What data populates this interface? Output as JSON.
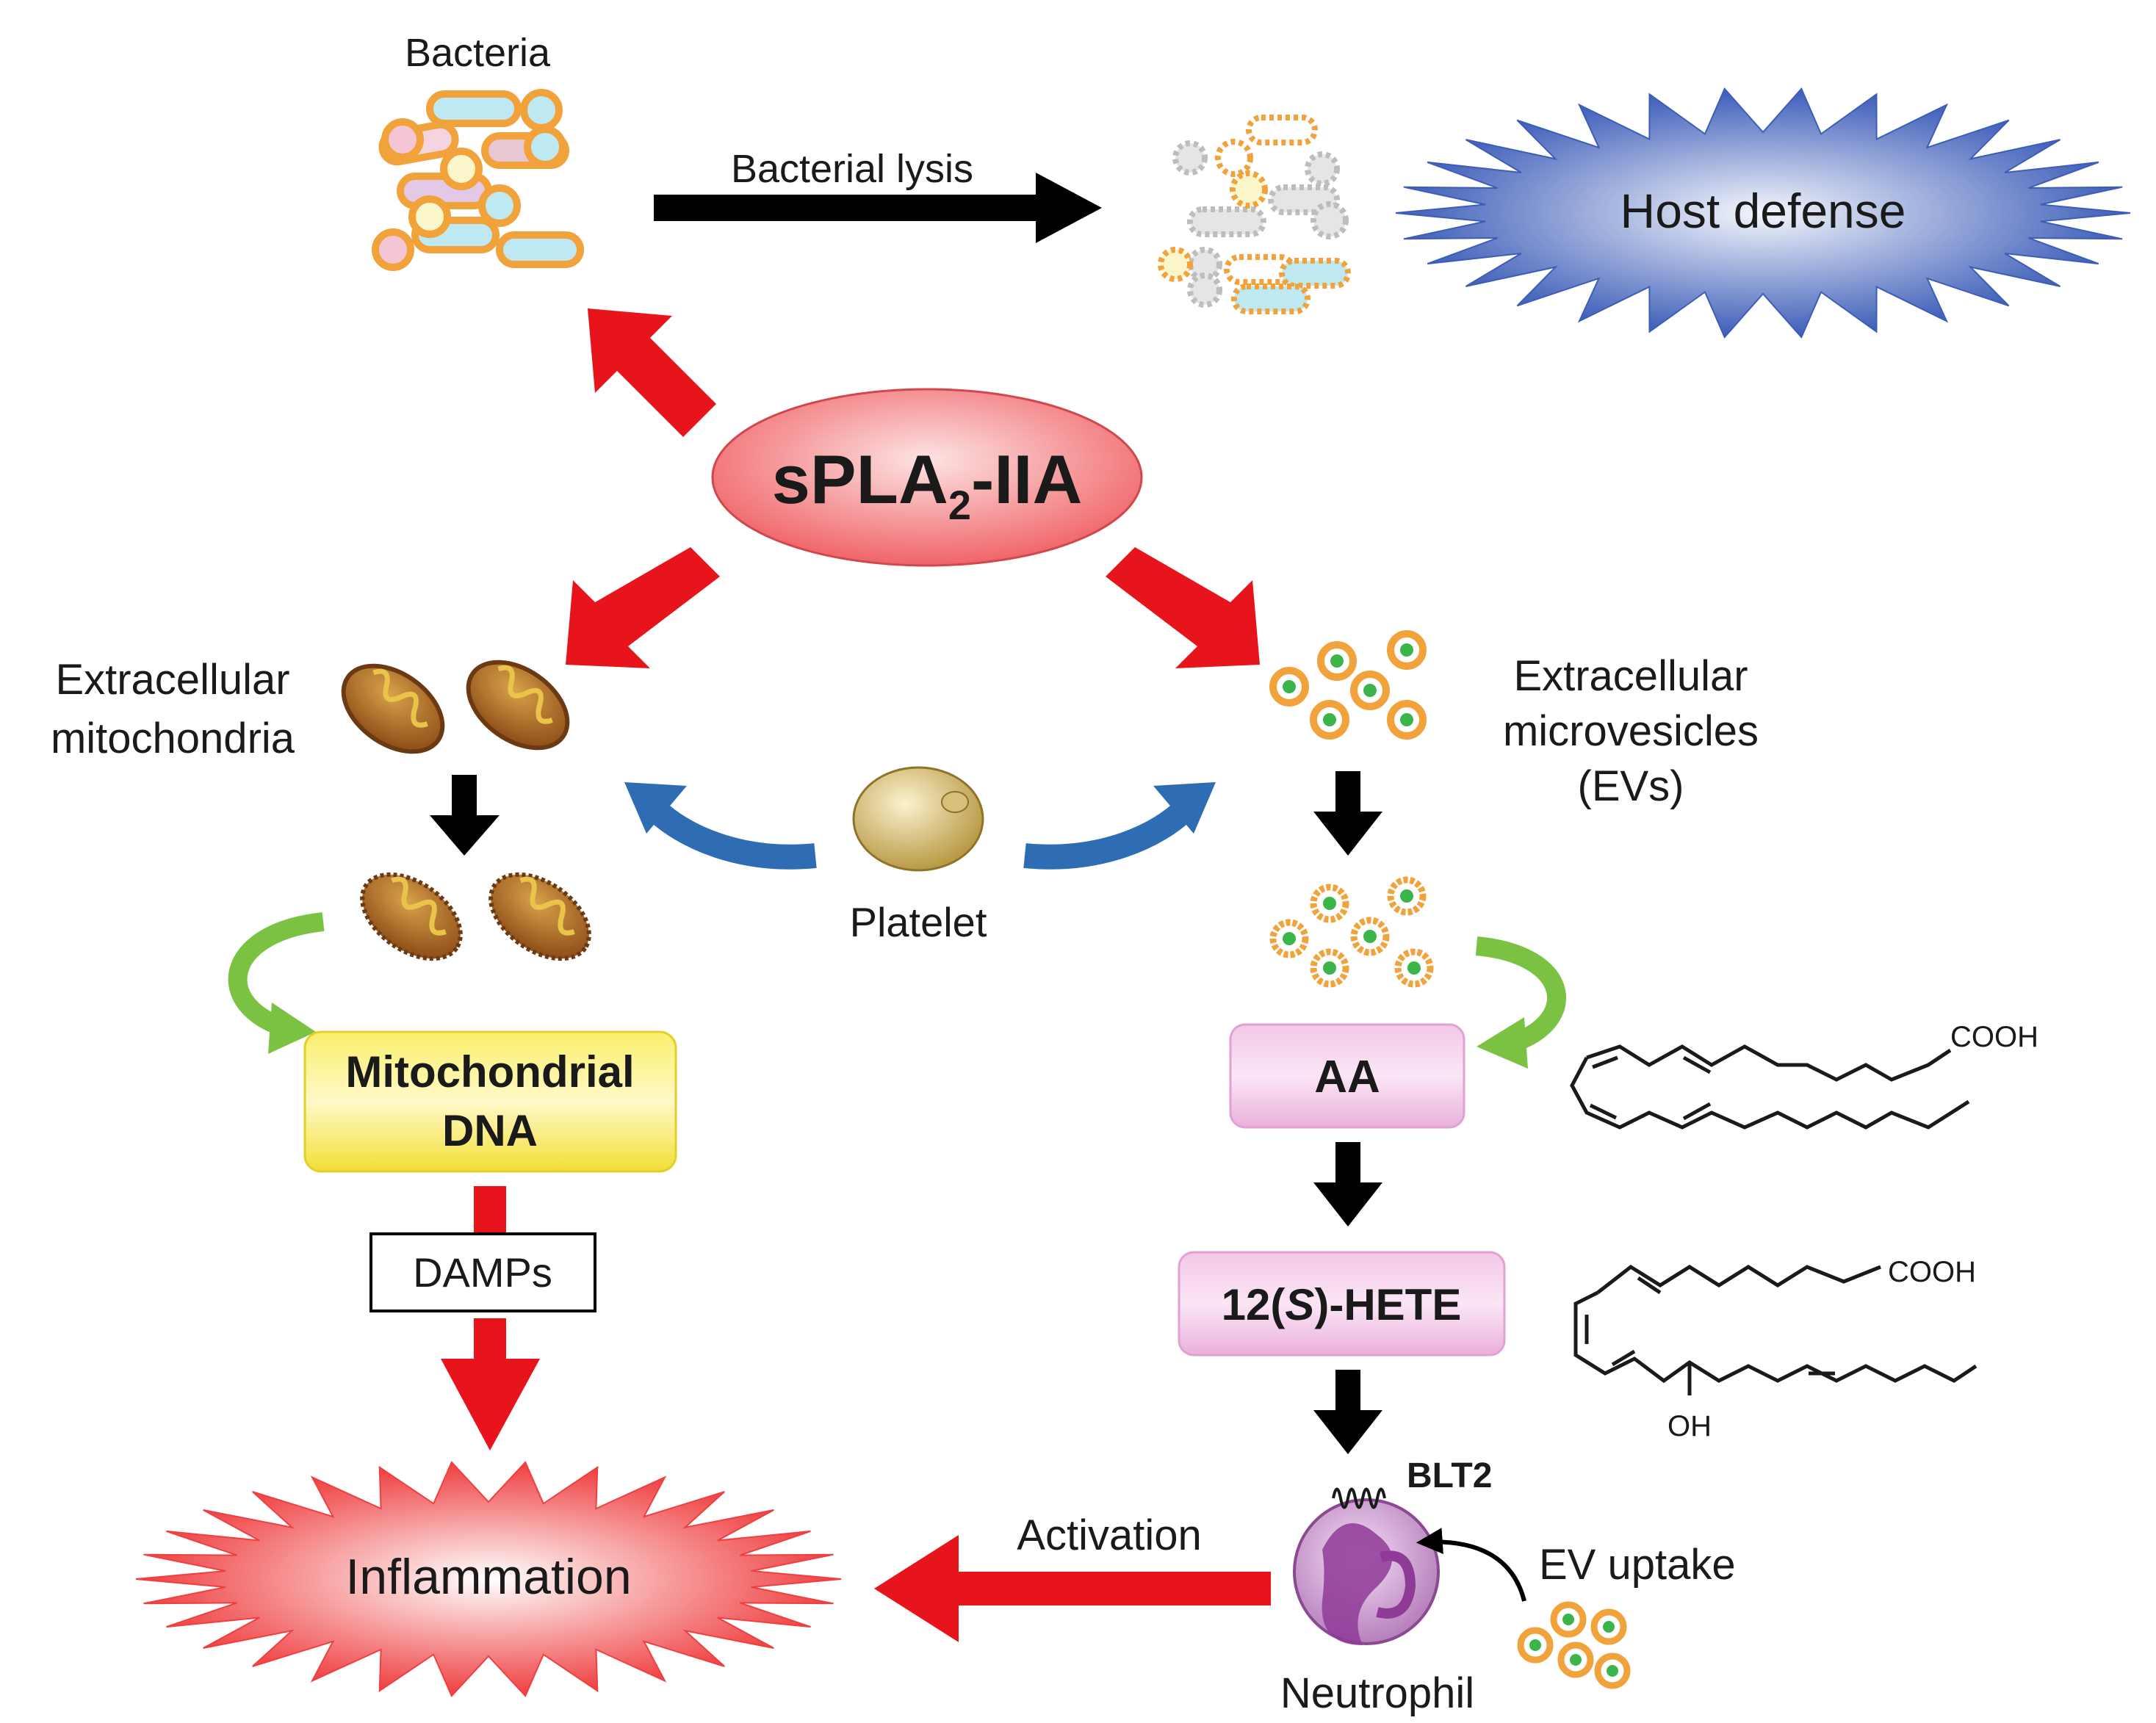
{
  "labels": {
    "bacteria": "Bacteria",
    "bacterial_lysis": "Bacterial lysis",
    "host_defense": "Host defense",
    "spla2_main": "sPLA",
    "spla2_sub": "2",
    "spla2_suffix": "-IIA",
    "extracellular_mitochondria_line1": "Extracellular",
    "extracellular_mitochondria_line2": "mitochondria",
    "extracellular_microvesicles_line1": "Extracellular",
    "extracellular_microvesicles_line2": "microvesicles",
    "extracellular_microvesicles_line3": "(EVs)",
    "platelet": "Platelet",
    "mitochondrial_dna_line1": "Mitochondrial",
    "mitochondrial_dna_line2": "DNA",
    "damps": "DAMPs",
    "inflammation": "Inflammation",
    "aa": "AA",
    "hete_prefix": "12(",
    "hete_italic": "S",
    "hete_suffix": ")-HETE",
    "cooh_aa": "COOH",
    "cooh_hete": "COOH",
    "oh": "OH",
    "blt2": "BLT2",
    "activation": "Activation",
    "ev_uptake": "EV uptake",
    "neutrophil": "Neutrophil"
  },
  "colors": {
    "red_arrow": "#e8141c",
    "black_arrow": "#000000",
    "blue_arrow": "#2e6db4",
    "green_arrow": "#7cc242",
    "spla2_fill": "#f4777b",
    "mtdna_fill": "#f6e53a",
    "aa_fill": "#efb5de",
    "host_defense_fill": "#5d78c6",
    "inflammation_fill": "#f15a5a"
  }
}
